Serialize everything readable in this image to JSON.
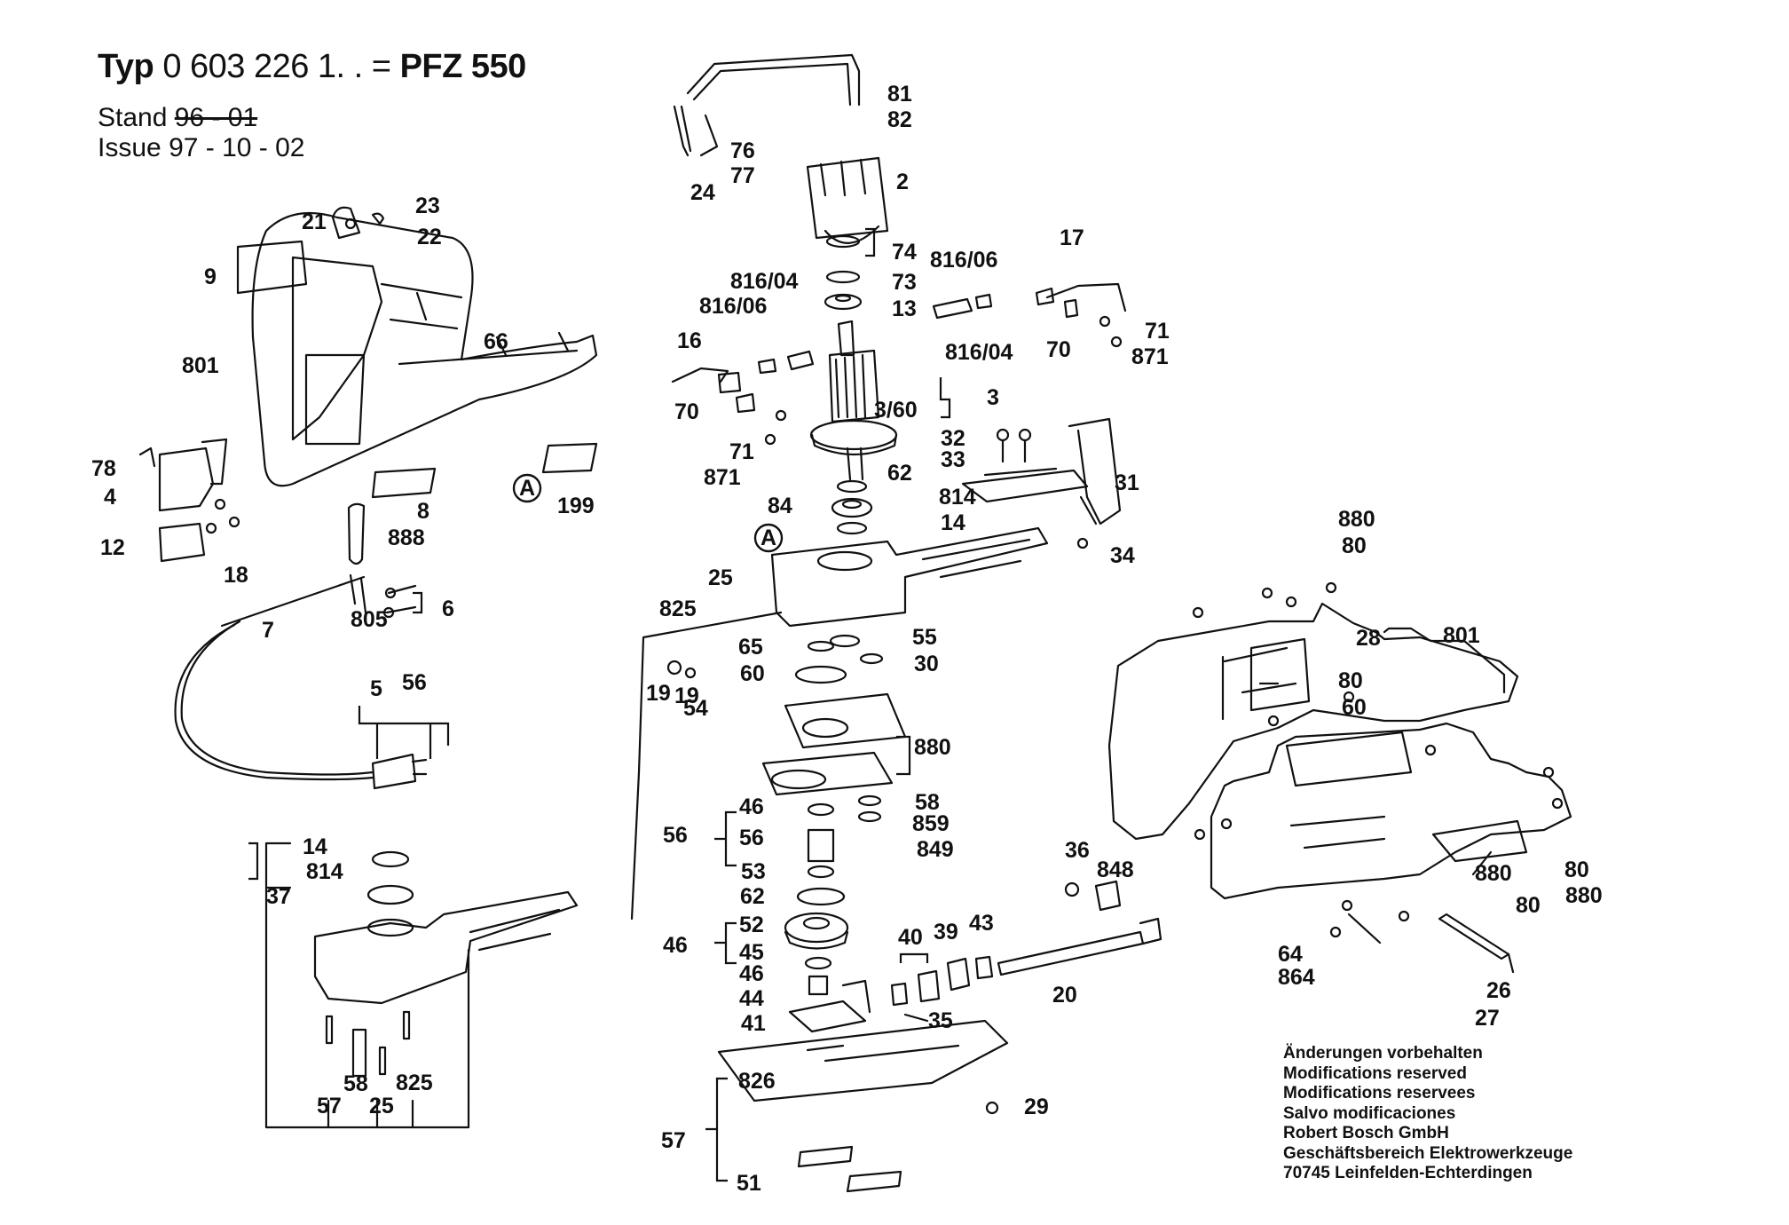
{
  "header": {
    "typ_prefix": "Typ",
    "typ_number": "0 603 226 1. .",
    "typ_equals": "=",
    "model": "PFZ 550",
    "stand_label": "Stand",
    "stand_value": "96 - 01",
    "issue_label": "Issue",
    "issue_value": "97 - 10 - 02"
  },
  "footer_note": [
    "Änderungen vorbehalten",
    "Modifications reserved",
    "Modifications reservees",
    "Salvo modificaciones",
    "Robert Bosch GmbH",
    "Geschäftsbereich Elektrowerkzeuge",
    "70745 Leinfelden-Echterdingen"
  ],
  "part_labels": [
    "81",
    "82",
    "76",
    "77",
    "24",
    "2",
    "23",
    "21",
    "22",
    "9",
    "74",
    "73",
    "13",
    "816/04",
    "816/06",
    "17",
    "816/06",
    "16",
    "801",
    "66",
    "70",
    "71",
    "871",
    "816/04",
    "70",
    "71",
    "871",
    "3",
    "3/60",
    "32",
    "33",
    "31",
    "62",
    "814",
    "14",
    "84",
    "78",
    "4",
    "12",
    "18",
    "8",
    "888",
    "199",
    "A",
    "A",
    "25",
    "825",
    "34",
    "880",
    "80",
    "28",
    "801",
    "19",
    "6",
    "7",
    "805",
    "5",
    "56",
    "65",
    "55",
    "60",
    "30",
    "19",
    "54",
    "880",
    "80",
    "60",
    "58",
    "859",
    "849",
    "56",
    "46",
    "56",
    "53",
    "62",
    "14",
    "814",
    "37",
    "36",
    "848",
    "46",
    "52",
    "45",
    "46",
    "44",
    "41",
    "40",
    "39",
    "43",
    "35",
    "20",
    "80",
    "880",
    "80",
    "880",
    "64",
    "864",
    "26",
    "27",
    "826",
    "29",
    "57",
    "51",
    "57",
    "58",
    "25",
    "825"
  ]
}
